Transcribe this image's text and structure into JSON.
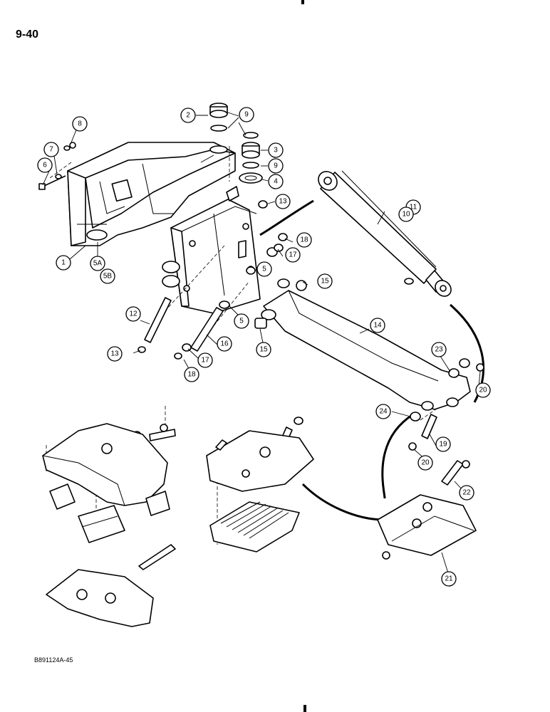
{
  "page": {
    "number": "9-40",
    "figure_code": "B891124A-45"
  },
  "callouts": {
    "c1": "1",
    "c2": "2",
    "c3": "3",
    "c4": "4",
    "c5a": "5",
    "c5b": "5",
    "c5A": "5A",
    "c5B": "5B",
    "c6": "6",
    "c7": "7",
    "c8": "8",
    "c9a": "9",
    "c9b": "9",
    "c10": "10",
    "c11": "11",
    "c12": "12",
    "c13a": "13",
    "c13b": "13",
    "c14": "14",
    "c15a": "15",
    "c15b": "15",
    "c16": "16",
    "c17a": "17",
    "c17b": "17",
    "c18a": "18",
    "c18b": "18",
    "c19": "19",
    "c20a": "20",
    "c20b": "20",
    "c21": "21",
    "c22": "22",
    "c23": "23",
    "c24": "24"
  }
}
